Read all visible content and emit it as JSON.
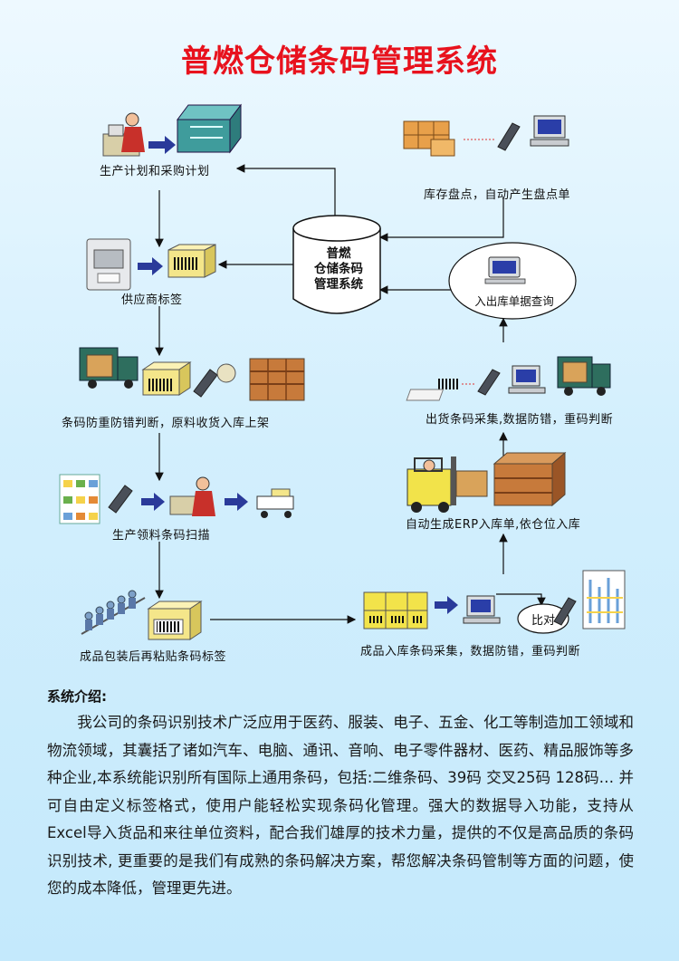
{
  "title": "普燃仓储条码管理系统",
  "center": {
    "line1": "普燃",
    "line2": "仓储条码",
    "line3": "管理系统"
  },
  "steps": {
    "plan": "生产计划和采购计划",
    "supplier_label": "供应商标签",
    "receive": "条码防重防错判断，原料收货入库上架",
    "production_scan": "生产领料条码扫描",
    "packing": "成品包装后再粘贴条码标签",
    "product_in": "成品入库条码采集，数据防错，重码判断",
    "auto_erp": "自动生成ERP入库单,依仓位入库",
    "ship_out": "出货条码采集,数据防错，重码判断",
    "query": "入出库单据查询",
    "inventory": "库存盘点，自动产生盘点单",
    "compare": "比对"
  },
  "intro": {
    "heading": "系统介绍:",
    "body": "　　我公司的条码识别技术广泛应用于医药、服装、电子、五金、化工等制造加工领域和物流领域，其囊括了诸如汽车、电脑、通讯、音响、电子零件器材、医药、精品服饰等多种企业,本系统能识别所有国际上通用条码，包括:二维条码、39码 交叉25码 128码… 并可自由定义标签格式，使用户能轻松实现条码化管理。强大的数据导入功能，支持从Excel导入货品和来往单位资料，配合我们雄厚的技术力量，提供的不仅是高品质的条码识别技术, 更重要的是我们有成熟的条码解决方案，帮您解决条码管制等方面的问题，使您的成本降低，管理更先进。"
  },
  "colors": {
    "title": "#e8121d",
    "arrow": "#1b2a7a",
    "box": "#f4e68a",
    "shelf": "#b8662e"
  }
}
